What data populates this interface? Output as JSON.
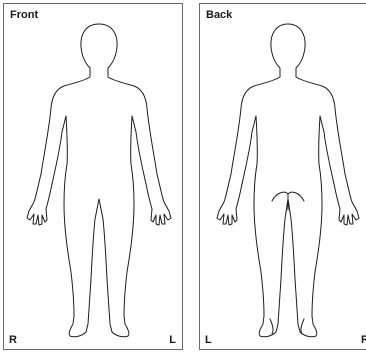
{
  "panels": {
    "front": {
      "title": "Front",
      "corner_left": "R",
      "corner_right": "L"
    },
    "back": {
      "title": "Back",
      "corner_left": "L",
      "corner_right": "R"
    }
  },
  "colors": {
    "outline": "#1c1c1c",
    "border": "#6a6a6a",
    "background": "#ffffff"
  }
}
